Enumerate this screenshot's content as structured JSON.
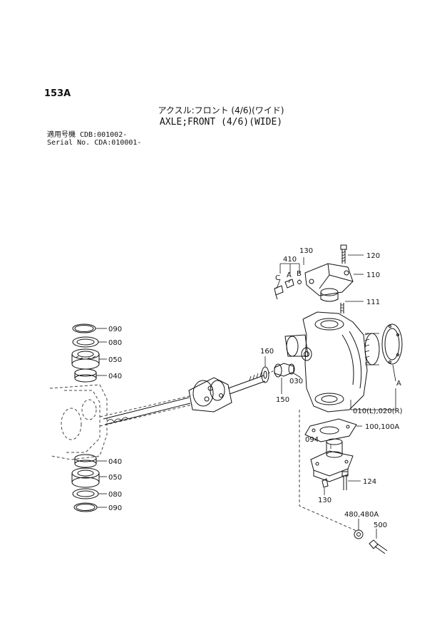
{
  "header": {
    "page_code": "153A",
    "title_jp": "アクスル:フロント (4/6)(ワイド)",
    "title_en": "AXLE;FRONT (4/6)(WIDE)",
    "serial_line_1": "適用号機 CDB:001002-",
    "serial_line_2": "Serial No. CDA:010001-"
  },
  "callouts": {
    "p130a": "130",
    "p410": "410",
    "pC": "C",
    "pA": "A",
    "pB": "B",
    "p120": "120",
    "p110": "110",
    "p111": "111",
    "p160": "160",
    "p030": "030",
    "p150": "150",
    "pA2": "A",
    "p010": "010(L),020(R)",
    "p100": "100,100A",
    "p094": "094",
    "p124": "124",
    "p130b": "130",
    "p480": "480,480A",
    "p500": "500",
    "p090a": "090",
    "p080a": "080",
    "p050a": "050",
    "p040a": "040",
    "p040b": "040",
    "p050b": "050",
    "p080b": "080",
    "p090b": "090"
  }
}
